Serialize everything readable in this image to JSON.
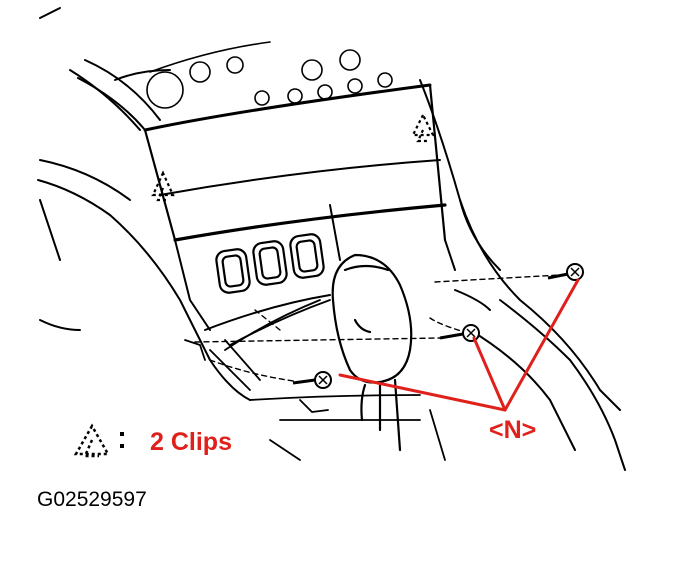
{
  "legend": {
    "clip_symbol": "dashed-triangle-clip-icon",
    "clip_label": "2 Clips"
  },
  "callout": {
    "label": "<N>",
    "color": "#e0201b"
  },
  "figure": {
    "id": "G02529597"
  }
}
